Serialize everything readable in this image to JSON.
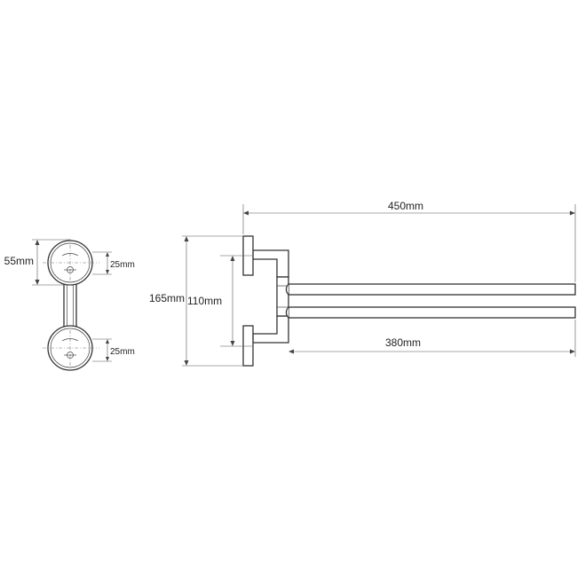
{
  "colors": {
    "line": "#333333",
    "text": "#222222",
    "background": "#ffffff"
  },
  "dimensions": {
    "side_rose_diameter": "55mm",
    "side_upper_hole_spacing": "25mm",
    "side_lower_hole_spacing": "25mm",
    "total_height": "165mm",
    "mount_spacing": "110mm",
    "total_length": "450mm",
    "arm_length": "380mm"
  }
}
